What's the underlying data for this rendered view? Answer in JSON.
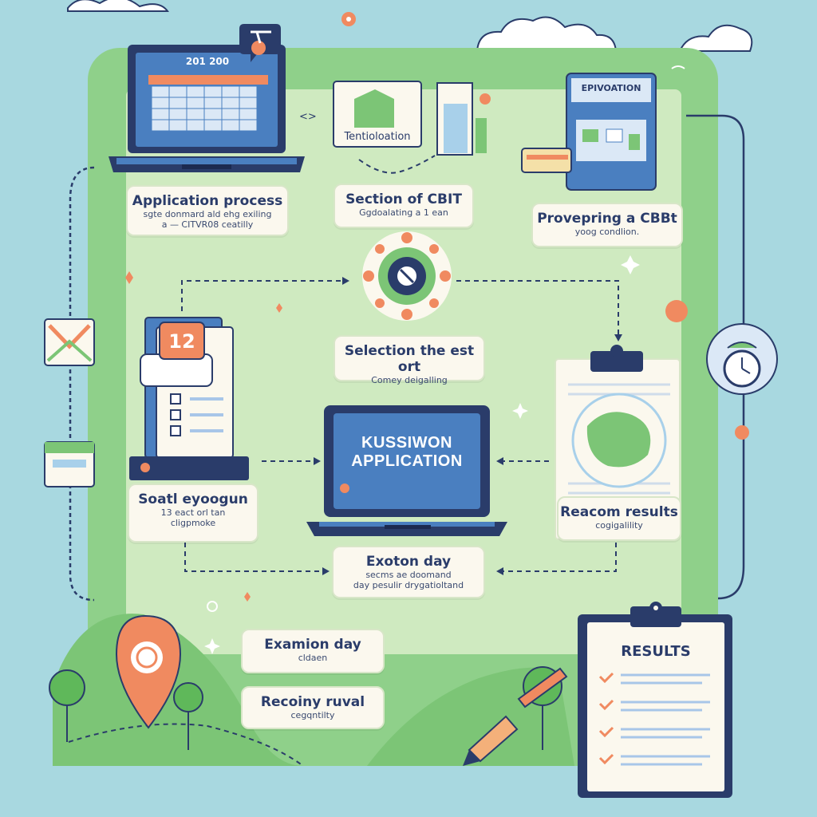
{
  "calendar": {
    "header": "201 200"
  },
  "steps": {
    "application_process": {
      "title": "Application process",
      "line1": "sgte donmard ald ehg exiling",
      "line2": "a — CITVR08 ceatilly"
    },
    "selection_of_cbt": {
      "title": "Section of CBIT",
      "subtitle": "Ggdoalating a 1 ean"
    },
    "preparing_cbt": {
      "title": "Provepring a CBBt",
      "subtitle": "yoog condlion."
    },
    "selection_test": {
      "title": "Selection the est ort",
      "subtitle": "Comey deigalling"
    },
    "school_program": {
      "title": "Soatl eyoogun",
      "line1": "13 eact orl tan",
      "line2": "cligpmoke"
    },
    "receive_results": {
      "title": "Reacom results",
      "subtitle": "cogigalility"
    },
    "exam_day_1": {
      "title": "Exoton day",
      "line1": "secms ae doomand",
      "line2": "day pesulir drygatioltand"
    },
    "exam_day_2": {
      "title": "Examion day",
      "subtitle": "cldaen"
    },
    "receiving_result": {
      "title": "Recoiny ruval",
      "subtitle": "cegqntilty"
    }
  },
  "building_label": "Tentioloation",
  "form_header": "EPIVOATION",
  "calendar_badge": "12",
  "main_screen": {
    "line1": "KUSSIWON",
    "line2": "APPLICATION"
  },
  "clipboard": {
    "title": "RESULTS"
  },
  "colors": {
    "sky": "#a8d8e0",
    "panel": "#cfeac0",
    "green": "#7cc576",
    "navy": "#2a3c6a",
    "laptop_blue": "#4a7fc0",
    "coral": "#f08a60",
    "card": "#fbf8ee"
  }
}
